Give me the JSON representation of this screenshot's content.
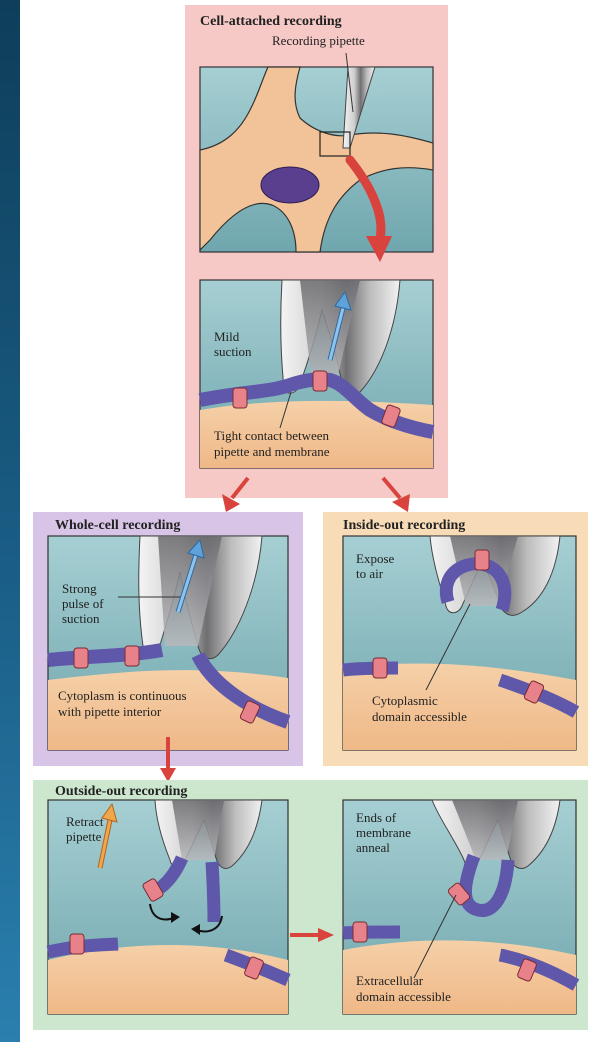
{
  "panels": {
    "cell_attached": {
      "title": "Cell-attached recording",
      "pipette_label": "Recording pipette",
      "mild_suction": [
        "Mild",
        "suction"
      ],
      "tight_contact": [
        "Tight contact between",
        "pipette and membrane"
      ]
    },
    "whole_cell": {
      "title": "Whole-cell recording",
      "strong_pulse": [
        "Strong",
        "pulse of",
        "suction"
      ],
      "cytoplasm": [
        "Cytoplasm is continuous",
        "with pipette interior"
      ]
    },
    "inside_out": {
      "title": "Inside-out recording",
      "expose": [
        "Expose",
        "to air"
      ],
      "cytoplasmic": [
        "Cytoplasmic",
        "domain accessible"
      ]
    },
    "outside_out": {
      "title": "Outside-out recording",
      "retract": [
        "Retract",
        "pipette"
      ],
      "ends": [
        "Ends of",
        "membrane",
        "anneal"
      ],
      "extracellular": [
        "Extracellular",
        "domain accessible"
      ]
    }
  },
  "colors": {
    "pink_bg": "#f6c9c6",
    "lilac_bg": "#d7c4e6",
    "peach_bg": "#f8dcb8",
    "mint_bg": "#cde7cf",
    "water": "#86b7bd",
    "cell": "#f2c399",
    "nucleus": "#5a3f8e",
    "membrane": "#6a63b5",
    "channel": "#e8828a",
    "arrow_red": "#d9433d"
  }
}
